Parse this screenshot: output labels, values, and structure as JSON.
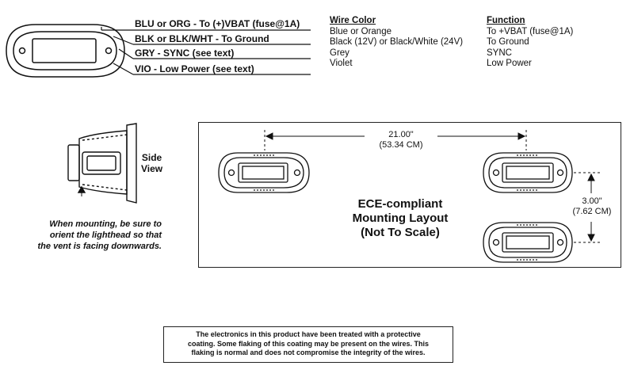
{
  "wiring": {
    "labels": [
      "BLU or ORG - To (+)VBAT (fuse@1A)",
      "BLK or BLK/WHT - To Ground",
      "GRY - SYNC (see text)",
      "VIO - Low Power (see text)"
    ]
  },
  "table": {
    "wire_color_header": "Wire Color",
    "wire_colors": [
      "Blue or Orange",
      "Black (12V) or Black/White (24V)",
      "Grey",
      "Violet"
    ],
    "function_header": "Function",
    "functions": [
      "To +VBAT (fuse@1A)",
      "To Ground",
      "SYNC",
      "Low Power"
    ]
  },
  "side_view": {
    "label_line1": "Side",
    "label_line2": "View",
    "note_line1": "When mounting, be sure to",
    "note_line2": "orient the lighthead so that",
    "note_line3": "the vent is facing downwards."
  },
  "layout": {
    "title_line1": "ECE-compliant",
    "title_line2": "Mounting Layout",
    "title_line3": "(Not To Scale)",
    "horizontal_dim": "21.00\"",
    "horizontal_dim_cm": "(53.34 CM)",
    "vertical_dim": "3.00\"",
    "vertical_dim_cm": "(7.62 CM)"
  },
  "notice": {
    "line1": "The electronics in this product have been treated with a protective",
    "line2": "coating. Some flaking of this coating may be present on the wires. This",
    "line3": "flaking is normal and does not compromise the integrity of the wires."
  }
}
